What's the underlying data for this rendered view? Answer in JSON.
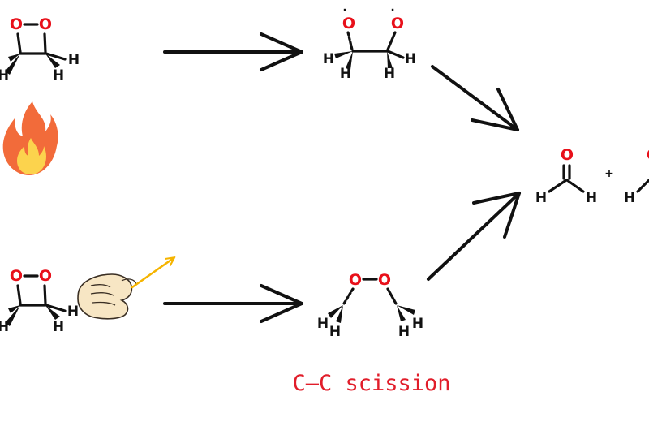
{
  "atoms": {
    "oxygen": "O",
    "hydrogen": "H",
    "radical": "·",
    "plus": "+"
  },
  "caption": "C–C scission",
  "icons": {
    "heat": "flame-icon",
    "mechanical": "pulling-hand-icon"
  },
  "colors": {
    "oxygen": "#e8101a",
    "caption": "#e11d2a",
    "flame_outer": "#f26b3a",
    "flame_inner": "#fcd34d",
    "force_arrow": "#f5b400"
  }
}
